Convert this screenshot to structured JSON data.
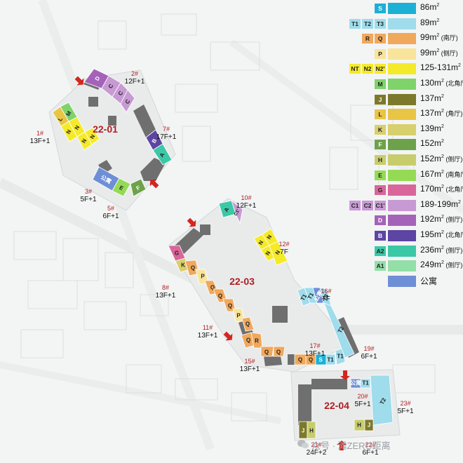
{
  "watermark": "众号 · 滩ZERO距离",
  "colors": {
    "corridor": "#6f6f6f",
    "site_title": "#b01e23",
    "building_label": "#b01e23",
    "arrow": "#d2261f",
    "apartment": "#6e8fd6"
  },
  "legend": [
    {
      "codes": [
        "S"
      ],
      "code_colors": [
        "#1cb0d6"
      ],
      "color": "#1cb0d6",
      "area": "86",
      "note": ""
    },
    {
      "codes": [
        "T1",
        "T2",
        "T3"
      ],
      "code_colors": [
        "#9fdcec",
        "#9fdcec",
        "#9fdcec"
      ],
      "color": "#9fdcec",
      "area": "89",
      "note": ""
    },
    {
      "codes": [
        "R",
        "Q"
      ],
      "code_colors": [
        "#f0a85c",
        "#f0a85c"
      ],
      "color": "#f0a85c",
      "area": "99",
      "note": "(南厅)"
    },
    {
      "codes": [
        "P"
      ],
      "code_colors": [
        "#f8e49a"
      ],
      "color": "#f8e49a",
      "area": "99",
      "note": "(侧厅)"
    },
    {
      "codes": [
        "NT",
        "N2",
        "N2'"
      ],
      "code_colors": [
        "#f5ea2a",
        "#f5ea2a",
        "#f5ea2a"
      ],
      "color": "#f5ea2a",
      "area": "125-131",
      "note": ""
    },
    {
      "codes": [
        "M"
      ],
      "code_colors": [
        "#7fd36a"
      ],
      "color": "#7fd36a",
      "area": "130",
      "note": "(北角厅)"
    },
    {
      "codes": [
        "J"
      ],
      "code_colors": [
        "#7c7a2a"
      ],
      "color": "#7c7a2a",
      "area": "137",
      "note": ""
    },
    {
      "codes": [
        "L"
      ],
      "code_colors": [
        "#e9c545"
      ],
      "color": "#e9c545",
      "area": "137",
      "note": "(角厅)"
    },
    {
      "codes": [
        "K"
      ],
      "code_colors": [
        "#d8cf6d"
      ],
      "color": "#d8cf6d",
      "area": "139",
      "note": ""
    },
    {
      "codes": [
        "F"
      ],
      "code_colors": [
        "#6ea24a"
      ],
      "color": "#6ea24a",
      "area": "152",
      "note": ""
    },
    {
      "codes": [
        "H"
      ],
      "code_colors": [
        "#c8cd6c"
      ],
      "color": "#c8cd6c",
      "area": "152",
      "note": "(侧厅)"
    },
    {
      "codes": [
        "E"
      ],
      "code_colors": [
        "#95da55"
      ],
      "color": "#95da55",
      "area": "167",
      "note": "(南角厅)"
    },
    {
      "codes": [
        "G"
      ],
      "code_colors": [
        "#d9669a"
      ],
      "color": "#d9669a",
      "area": "170",
      "note": "(北角厅)"
    },
    {
      "codes": [
        "C1",
        "C2",
        "C1'"
      ],
      "code_colors": [
        "#c89ad4",
        "#c89ad4",
        "#c89ad4"
      ],
      "color": "#c89ad4",
      "area": "189-199",
      "note": ""
    },
    {
      "codes": [
        "D"
      ],
      "code_colors": [
        "#a562b9"
      ],
      "color": "#a562b9",
      "area": "192",
      "note": "(侧厅)"
    },
    {
      "codes": [
        "B"
      ],
      "code_colors": [
        "#5d45a3"
      ],
      "color": "#5d45a3",
      "area": "195",
      "note": "(北角厅)"
    },
    {
      "codes": [
        "A2"
      ],
      "code_colors": [
        "#3bc8a6"
      ],
      "color": "#3bc8a6",
      "area": "236",
      "note": "(侧厅)"
    },
    {
      "codes": [
        "A1"
      ],
      "code_colors": [
        "#93dfa8"
      ],
      "color": "#93dfa8",
      "area": "249",
      "note": "(侧厅)"
    },
    {
      "codes": [],
      "code_colors": [],
      "color": "#6e8fd6",
      "area": "",
      "unit_text": "公寓",
      "note": ""
    }
  ],
  "area_unit": "m²",
  "sites": [
    {
      "name": "22-01"
    },
    {
      "name": "22-03"
    },
    {
      "name": "22-04"
    }
  ],
  "buildings": [
    {
      "no": "2#",
      "floors": "12F+1"
    },
    {
      "no": "7#",
      "floors": "17F+1"
    },
    {
      "no": "1#",
      "floors": "13F+1"
    },
    {
      "no": "3#",
      "floors": "5F+1"
    },
    {
      "no": "5#",
      "floors": "6F+1"
    },
    {
      "no": "10#",
      "floors": "12F+1"
    },
    {
      "no": "12#",
      "floors": "7F"
    },
    {
      "no": "8#",
      "floors": "13F+1"
    },
    {
      "no": "16#",
      "floors": "7F"
    },
    {
      "no": "11#",
      "floors": "13F+1"
    },
    {
      "no": "17#",
      "floors": "13F+1"
    },
    {
      "no": "19#",
      "floors": "6F+1"
    },
    {
      "no": "15#",
      "floors": "13F+1"
    },
    {
      "no": "20#",
      "floors": "5F+1"
    },
    {
      "no": "23#",
      "floors": "5F+1"
    },
    {
      "no": "21#",
      "floors": "24F+2"
    },
    {
      "no": "22#",
      "floors": "6F+1"
    }
  ],
  "units": [
    {
      "code": "D",
      "color": "#a562b9"
    },
    {
      "code": "C",
      "color": "#c89ad4"
    },
    {
      "code": "C",
      "color": "#c89ad4"
    },
    {
      "code": "C",
      "color": "#c89ad4"
    },
    {
      "code": "L",
      "color": "#e9c545"
    },
    {
      "code": "M",
      "color": "#7fd36a"
    },
    {
      "code": "N",
      "color": "#f5ea2a"
    },
    {
      "code": "N",
      "color": "#f5ea2a"
    },
    {
      "code": "N",
      "color": "#f5ea2a"
    },
    {
      "code": "N",
      "color": "#f5ea2a"
    },
    {
      "code": "B",
      "color": "#5d45a3"
    },
    {
      "code": "A",
      "color": "#3bc8a6"
    },
    {
      "code": "公寓",
      "color": "#6e8fd6"
    },
    {
      "code": "E",
      "color": "#95da55"
    },
    {
      "code": "F",
      "color": "#6ea24a"
    },
    {
      "code": "A",
      "color": "#3bc8a6"
    },
    {
      "code": "C1'",
      "color": "#c89ad4"
    },
    {
      "code": "N",
      "color": "#f5ea2a"
    },
    {
      "code": "N",
      "color": "#f5ea2a"
    },
    {
      "code": "N",
      "color": "#f5ea2a"
    },
    {
      "code": "N",
      "color": "#f5ea2a"
    },
    {
      "code": "G",
      "color": "#d9669a"
    },
    {
      "code": "K",
      "color": "#d8cf6d"
    },
    {
      "code": "Q",
      "color": "#f0a85c"
    },
    {
      "code": "P",
      "color": "#f8e49a"
    },
    {
      "code": "Q",
      "color": "#f0a85c"
    },
    {
      "code": "Q",
      "color": "#f0a85c"
    },
    {
      "code": "Q",
      "color": "#f0a85c"
    },
    {
      "code": "P",
      "color": "#f8e49a"
    },
    {
      "code": "Q",
      "color": "#f0a85c"
    },
    {
      "code": "Q",
      "color": "#f0a85c"
    },
    {
      "code": "R",
      "color": "#f0a85c"
    },
    {
      "code": "Q",
      "color": "#f0a85c"
    },
    {
      "code": "Q",
      "color": "#f0a85c"
    },
    {
      "code": "Q",
      "color": "#f0a85c"
    },
    {
      "code": "Q",
      "color": "#f0a85c"
    },
    {
      "code": "S",
      "color": "#1cb0d6"
    },
    {
      "code": "T1",
      "color": "#9fdcec"
    },
    {
      "code": "T1",
      "color": "#9fdcec"
    },
    {
      "code": "T1",
      "color": "#9fdcec"
    },
    {
      "code": "T1",
      "color": "#9fdcec"
    },
    {
      "code": "公寓",
      "color": "#6e8fd6"
    },
    {
      "code": "T3",
      "color": "#9fdcec"
    },
    {
      "code": "T2",
      "color": "#9fdcec"
    },
    {
      "code": "公寓",
      "color": "#6e8fd6"
    },
    {
      "code": "T1",
      "color": "#9fdcec"
    },
    {
      "code": "T2",
      "color": "#9fdcec"
    },
    {
      "code": "H",
      "color": "#c8cd6c"
    },
    {
      "code": "J",
      "color": "#7c7a2a"
    },
    {
      "code": "J",
      "color": "#7c7a2a"
    },
    {
      "code": "H",
      "color": "#c8cd6c"
    }
  ]
}
